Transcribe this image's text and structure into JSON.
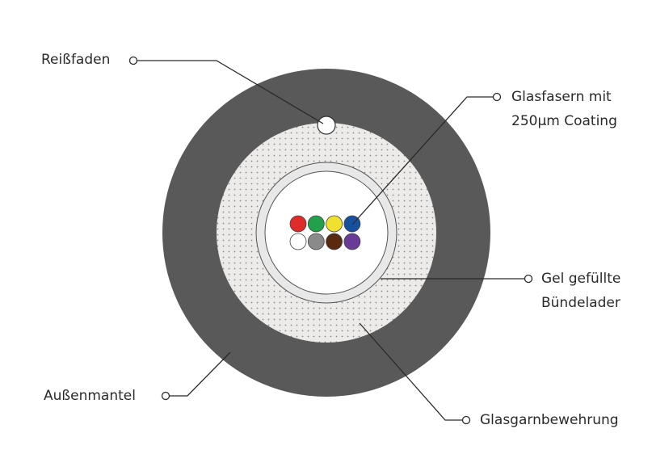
{
  "labels": {
    "ripcord": "Reißfaden",
    "fibers_line1": "Glasfasern mit",
    "fibers_line2": "250µm Coating",
    "tube_line1": "Gel gefüllte",
    "tube_line2": "Bündelader",
    "armor": "Glasgarnbewehrung",
    "jacket": "Außenmantel"
  },
  "colors": {
    "jacket": "#595959",
    "armor": "#ecebe9",
    "tube": "#e8e8e8",
    "fibers": [
      "#e02b2b",
      "#22a04b",
      "#f0e030",
      "#1850a0",
      "#ffffff",
      "#8a8a8a",
      "#5a2a10",
      "#6a3a98"
    ]
  }
}
